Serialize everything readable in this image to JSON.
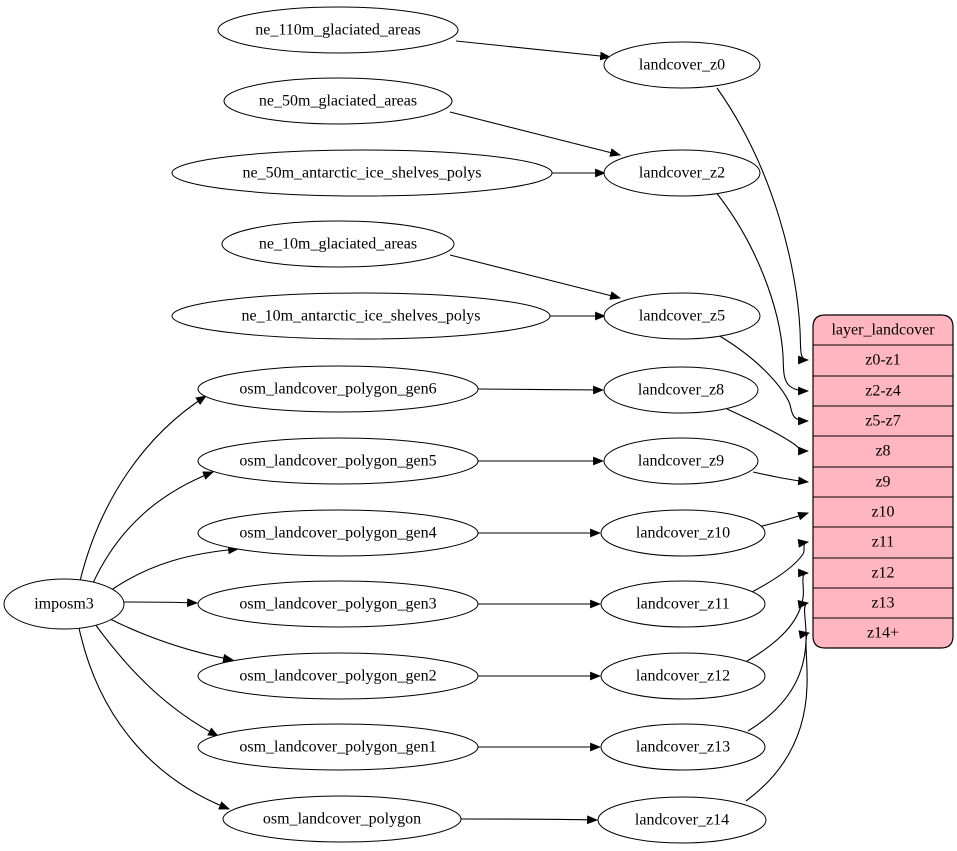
{
  "colors": {
    "background": "#ffffff",
    "node_fill": "#ffffff",
    "record_fill": "#ffb6c1",
    "stroke": "#000000",
    "text": "#000000"
  },
  "root": {
    "label": "imposm3"
  },
  "sources": [
    {
      "label": "ne_110m_glaciated_areas"
    },
    {
      "label": "ne_50m_glaciated_areas"
    },
    {
      "label": "ne_50m_antarctic_ice_shelves_polys"
    },
    {
      "label": "ne_10m_glaciated_areas"
    },
    {
      "label": "ne_10m_antarctic_ice_shelves_polys"
    },
    {
      "label": "osm_landcover_polygon_gen6"
    },
    {
      "label": "osm_landcover_polygon_gen5"
    },
    {
      "label": "osm_landcover_polygon_gen4"
    },
    {
      "label": "osm_landcover_polygon_gen3"
    },
    {
      "label": "osm_landcover_polygon_gen2"
    },
    {
      "label": "osm_landcover_polygon_gen1"
    },
    {
      "label": "osm_landcover_polygon"
    }
  ],
  "intermediates": [
    {
      "label": "landcover_z0"
    },
    {
      "label": "landcover_z2"
    },
    {
      "label": "landcover_z5"
    },
    {
      "label": "landcover_z8"
    },
    {
      "label": "landcover_z9"
    },
    {
      "label": "landcover_z10"
    },
    {
      "label": "landcover_z11"
    },
    {
      "label": "landcover_z12"
    },
    {
      "label": "landcover_z13"
    },
    {
      "label": "landcover_z14"
    }
  ],
  "record": {
    "title": "layer_landcover",
    "rows": [
      {
        "label": "z0-z1"
      },
      {
        "label": "z2-z4"
      },
      {
        "label": "z5-z7"
      },
      {
        "label": "z8"
      },
      {
        "label": "z9"
      },
      {
        "label": "z10"
      },
      {
        "label": "z11"
      },
      {
        "label": "z12"
      },
      {
        "label": "z13"
      },
      {
        "label": "z14+"
      }
    ]
  },
  "edges": [
    {
      "from": "imposm3",
      "to": "osm_landcover_polygon_gen6"
    },
    {
      "from": "imposm3",
      "to": "osm_landcover_polygon_gen5"
    },
    {
      "from": "imposm3",
      "to": "osm_landcover_polygon_gen4"
    },
    {
      "from": "imposm3",
      "to": "osm_landcover_polygon_gen3"
    },
    {
      "from": "imposm3",
      "to": "osm_landcover_polygon_gen2"
    },
    {
      "from": "imposm3",
      "to": "osm_landcover_polygon_gen1"
    },
    {
      "from": "imposm3",
      "to": "osm_landcover_polygon"
    },
    {
      "from": "ne_110m_glaciated_areas",
      "to": "landcover_z0"
    },
    {
      "from": "ne_50m_glaciated_areas",
      "to": "landcover_z2"
    },
    {
      "from": "ne_50m_antarctic_ice_shelves_polys",
      "to": "landcover_z2"
    },
    {
      "from": "ne_10m_glaciated_areas",
      "to": "landcover_z5"
    },
    {
      "from": "ne_10m_antarctic_ice_shelves_polys",
      "to": "landcover_z5"
    },
    {
      "from": "osm_landcover_polygon_gen6",
      "to": "landcover_z8"
    },
    {
      "from": "osm_landcover_polygon_gen5",
      "to": "landcover_z9"
    },
    {
      "from": "osm_landcover_polygon_gen4",
      "to": "landcover_z10"
    },
    {
      "from": "osm_landcover_polygon_gen3",
      "to": "landcover_z11"
    },
    {
      "from": "osm_landcover_polygon_gen2",
      "to": "landcover_z12"
    },
    {
      "from": "osm_landcover_polygon_gen1",
      "to": "landcover_z13"
    },
    {
      "from": "osm_landcover_polygon",
      "to": "landcover_z14"
    },
    {
      "from": "landcover_z0",
      "to": "layer_landcover.z0-z1"
    },
    {
      "from": "landcover_z2",
      "to": "layer_landcover.z2-z4"
    },
    {
      "from": "landcover_z5",
      "to": "layer_landcover.z5-z7"
    },
    {
      "from": "landcover_z8",
      "to": "layer_landcover.z8"
    },
    {
      "from": "landcover_z9",
      "to": "layer_landcover.z9"
    },
    {
      "from": "landcover_z10",
      "to": "layer_landcover.z10"
    },
    {
      "from": "landcover_z11",
      "to": "layer_landcover.z11"
    },
    {
      "from": "landcover_z12",
      "to": "layer_landcover.z12"
    },
    {
      "from": "landcover_z13",
      "to": "layer_landcover.z13"
    },
    {
      "from": "landcover_z14",
      "to": "layer_landcover.z14+"
    }
  ]
}
